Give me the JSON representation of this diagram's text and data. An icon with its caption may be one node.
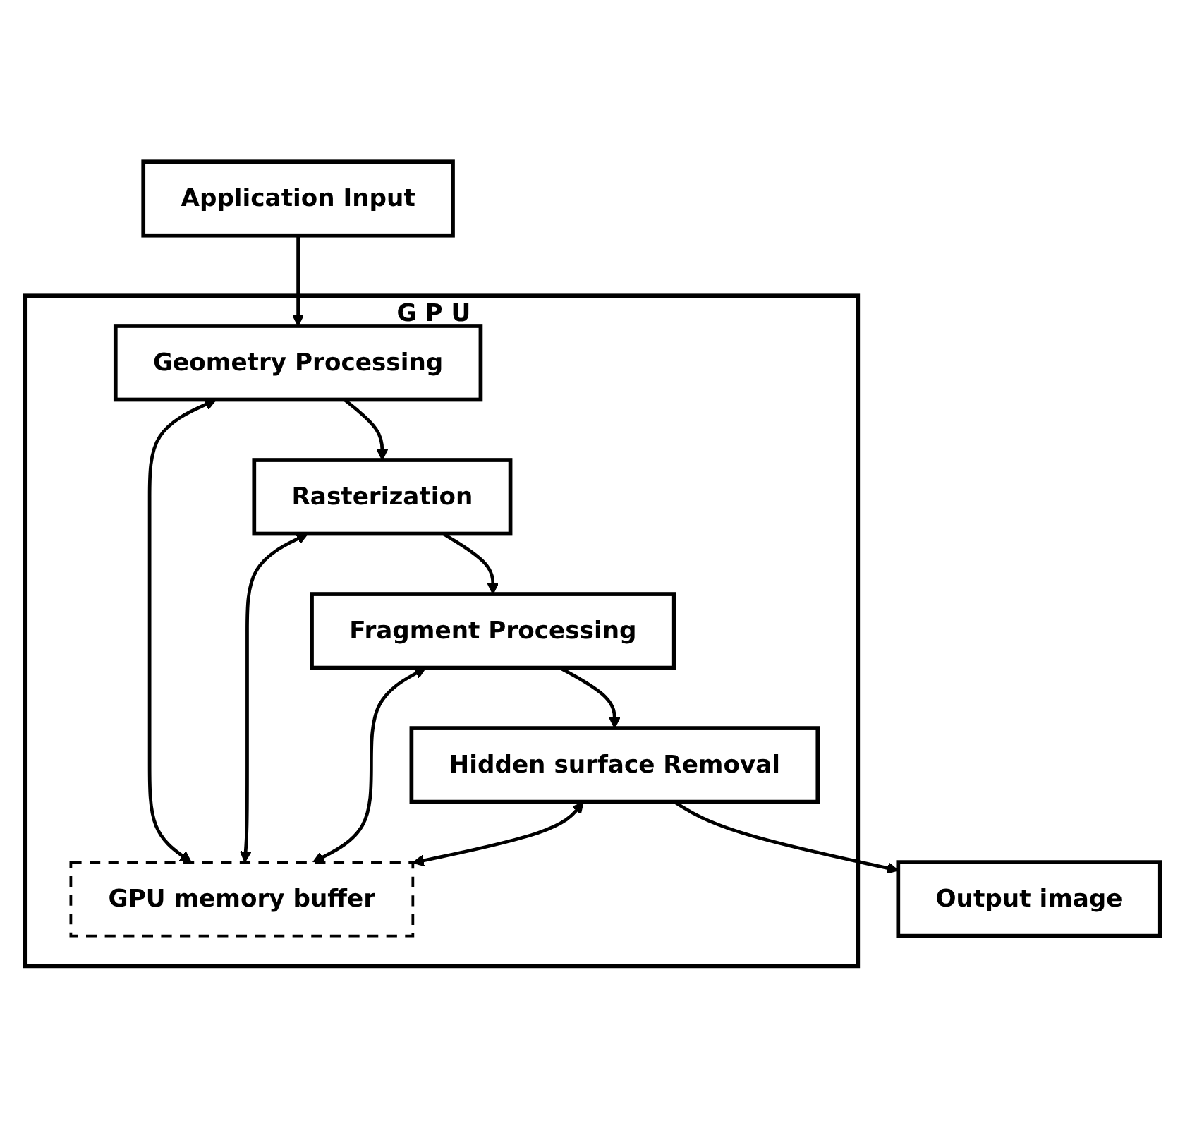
{
  "diagram": {
    "nodes": [
      {
        "text": [
          "Application Input"
        ]
      },
      {
        "text": [
          "G P U"
        ]
      },
      {
        "text": [
          "Geometry Processing"
        ],
        "in": 1
      },
      {
        "text": [
          "Rasterization"
        ],
        "in": 1
      },
      {
        "text": [
          "Fragment Processing"
        ],
        "in": 1
      },
      {
        "text": [
          "Hidden surface Removal"
        ],
        "in": 1
      },
      {
        "text": [
          "GPU memory buffer"
        ],
        "in": 1
      },
      {
        "text": [
          "Output image"
        ]
      }
    ],
    "edges": [
      {
        "from": 0,
        "to": 2,
        "arrow": "to"
      },
      {
        "from": 2,
        "to": 3,
        "arrow": "to"
      },
      {
        "from": 3,
        "to": 4,
        "arrow": "to"
      },
      {
        "from": 4,
        "to": 5,
        "arrow": "to"
      },
      {
        "from": 5,
        "to": 7,
        "arrow": "to"
      },
      {
        "from": 2,
        "to": 6,
        "arrow": "both"
      },
      {
        "from": 3,
        "to": 6,
        "arrow": "both"
      },
      {
        "from": 4,
        "to": 6,
        "arrow": "both"
      },
      {
        "from": 5,
        "to": 6,
        "arrow": "both"
      }
    ]
  }
}
